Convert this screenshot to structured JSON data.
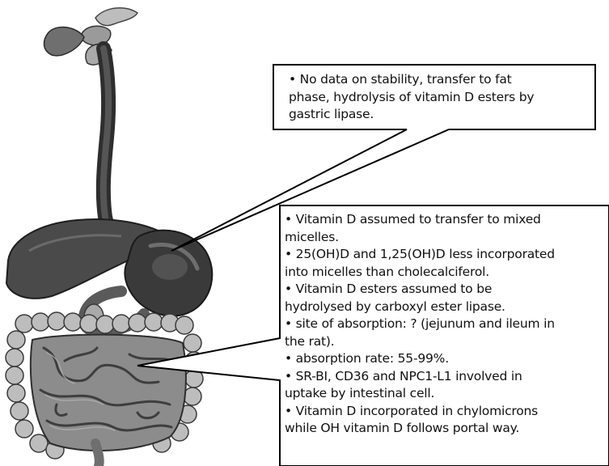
{
  "callouts": {
    "stomach": {
      "lines": [
        "• No data on stability, transfer to fat",
        "phase, hydrolysis of vitamin D esters by",
        "gastric lipase."
      ]
    },
    "intestine": {
      "lines": [
        "• Vitamin D assumed to transfer to mixed",
        "micelles.",
        "• 25(OH)D and 1,25(OH)D less incorporated",
        "into micelles than cholecalciferol.",
        "• Vitamin D esters assumed to be",
        "hydrolysed by carboxyl ester lipase.",
        "• site of absorption: ? (jejunum and ileum in",
        "the rat).",
        "• absorption rate: 55-99%.",
        "• SR-BI, CD36 and NPC1-L1 involved in",
        "uptake by intestinal cell.",
        "• Vitamin D incorporated in chylomicrons",
        "while OH vitamin D follows portal way."
      ]
    }
  },
  "colors": {
    "ink": "#111111",
    "organ_dark": "#2e2e2e",
    "organ_mid": "#6f6f6f",
    "organ_light": "#a9a9a9",
    "intestine_fill": "#8c8c8c",
    "colon_fill": "#bdbdbd"
  }
}
